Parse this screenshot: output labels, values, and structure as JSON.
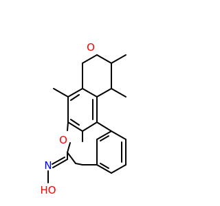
{
  "molecule": {
    "atoms": [
      {
        "id": "o_furan",
        "symbol": "O",
        "color": "#ff0000"
      },
      {
        "id": "o_pyran",
        "symbol": "O",
        "color": "#ff0000"
      },
      {
        "id": "n_oxime",
        "symbol": "N",
        "color": "#0000ff"
      },
      {
        "id": "oh_oxime",
        "symbol": "HO",
        "color": "#ff0000"
      }
    ],
    "bond_color": "#000000",
    "background": "#ffffff"
  }
}
